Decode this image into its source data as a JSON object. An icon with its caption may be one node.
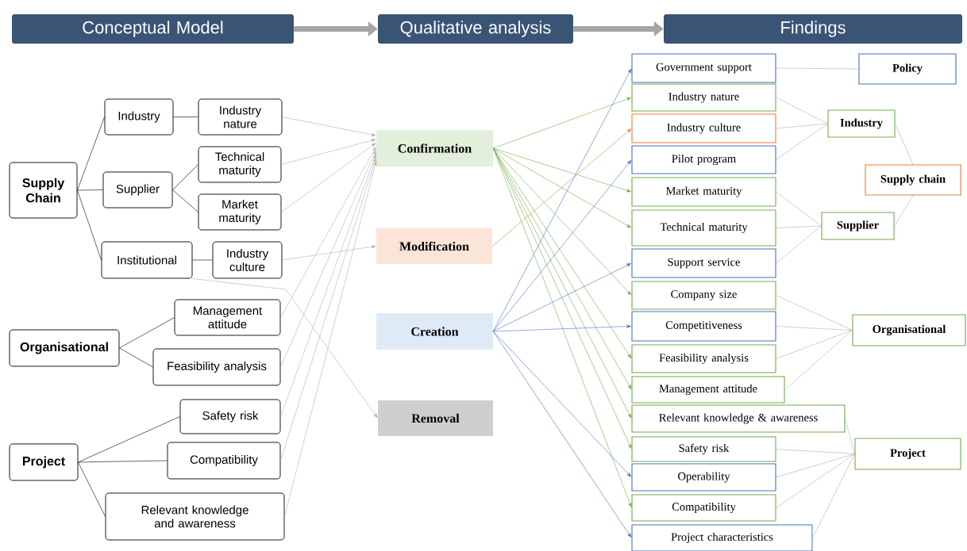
{
  "diagram": {
    "nodes": [
      {
        "text": [
          "Conceptual Model"
        ]
      },
      {
        "text": [
          "Qualitative analysis"
        ]
      },
      {
        "text": [
          "Findings"
        ]
      },
      {
        "text": [
          "Supply Chain"
        ]
      },
      {
        "text": [
          "Industry"
        ]
      },
      {
        "text": [
          "Industry nature"
        ]
      },
      {
        "text": [
          "Supplier"
        ]
      },
      {
        "text": [
          "Technical maturity"
        ]
      },
      {
        "text": [
          "Market maturity"
        ]
      },
      {
        "text": [
          "Institutional"
        ]
      },
      {
        "text": [
          "Industry culture"
        ]
      },
      {
        "text": [
          "Organisational"
        ]
      },
      {
        "text": [
          "Management attitude"
        ]
      },
      {
        "text": [
          "Feasibility analysis"
        ]
      },
      {
        "text": [
          "Project"
        ]
      },
      {
        "text": [
          "Safety risk"
        ]
      },
      {
        "text": [
          "Compatibility"
        ]
      },
      {
        "text": [
          "Relevant knowledge and awareness"
        ]
      },
      {
        "text": [
          "Confirmation"
        ]
      },
      {
        "text": [
          "Modification"
        ]
      },
      {
        "text": [
          "Creation"
        ]
      },
      {
        "text": [
          "Removal"
        ]
      },
      {
        "text": [
          "Government support"
        ]
      },
      {
        "text": [
          "Industry nature"
        ]
      },
      {
        "text": [
          "Industry culture"
        ]
      },
      {
        "text": [
          "Pilot program"
        ]
      },
      {
        "text": [
          "Market maturity"
        ]
      },
      {
        "text": [
          "Technical maturity"
        ]
      },
      {
        "text": [
          "Support service"
        ]
      },
      {
        "text": [
          "Company size"
        ]
      },
      {
        "text": [
          "Competitiveness"
        ]
      },
      {
        "text": [
          "Feasibility analysis"
        ]
      },
      {
        "text": [
          "Management attitude"
        ]
      },
      {
        "text": [
          "Relevant knowledge & awareness"
        ]
      },
      {
        "text": [
          "Safety risk"
        ]
      },
      {
        "text": [
          "Operability"
        ]
      },
      {
        "text": [
          "Compatibility"
        ]
      },
      {
        "text": [
          "Project characteristics"
        ]
      },
      {
        "text": [
          "Policy"
        ]
      },
      {
        "text": [
          "Industry"
        ]
      },
      {
        "text": [
          "Supply chain"
        ]
      },
      {
        "text": [
          "Supplier"
        ]
      },
      {
        "text": [
          "Organisational"
        ]
      },
      {
        "text": [
          "Project"
        ]
      }
    ],
    "edges": [
      {
        "from": 0,
        "to": 1,
        "arrow": "to",
        "style": "thick",
        "color": "#a6a6a6"
      },
      {
        "from": 1,
        "to": 2,
        "arrow": "to",
        "style": "thick",
        "color": "#a6a6a6"
      },
      {
        "from": 3,
        "to": 4,
        "arrow": "none",
        "color": "#000000"
      },
      {
        "from": 4,
        "to": 5,
        "arrow": "none",
        "color": "#000000"
      },
      {
        "from": 3,
        "to": 6,
        "arrow": "none",
        "color": "#000000"
      },
      {
        "from": 6,
        "to": 7,
        "arrow": "none",
        "color": "#000000"
      },
      {
        "from": 6,
        "to": 8,
        "arrow": "none",
        "color": "#000000"
      },
      {
        "from": 3,
        "to": 9,
        "arrow": "none",
        "color": "#000000"
      },
      {
        "from": 9,
        "to": 10,
        "arrow": "none",
        "color": "#000000"
      },
      {
        "from": 11,
        "to": 12,
        "arrow": "none",
        "color": "#000000"
      },
      {
        "from": 11,
        "to": 13,
        "arrow": "none",
        "color": "#000000"
      },
      {
        "from": 14,
        "to": 15,
        "arrow": "none",
        "color": "#000000"
      },
      {
        "from": 14,
        "to": 16,
        "arrow": "none",
        "color": "#000000"
      },
      {
        "from": 14,
        "to": 17,
        "arrow": "none",
        "color": "#000000"
      },
      {
        "from": 5,
        "to": 18,
        "arrow": "to"
      },
      {
        "from": 7,
        "to": 18,
        "arrow": "to"
      },
      {
        "from": 8,
        "to": 18,
        "arrow": "to"
      },
      {
        "from": 12,
        "to": 18,
        "arrow": "to"
      },
      {
        "from": 13,
        "to": 18,
        "arrow": "to"
      },
      {
        "from": 15,
        "to": 18,
        "arrow": "to"
      },
      {
        "from": 16,
        "to": 18,
        "arrow": "to"
      },
      {
        "from": 17,
        "to": 18,
        "arrow": "to"
      },
      {
        "from": 10,
        "to": 19,
        "arrow": "to"
      },
      {
        "from": 9,
        "to": 21,
        "arrow": "to"
      },
      {
        "from": 18,
        "to": 23,
        "arrow": "to",
        "color": "#70ad47"
      },
      {
        "from": 18,
        "to": 26,
        "arrow": "to",
        "color": "#70ad47"
      },
      {
        "from": 18,
        "to": 27,
        "arrow": "to",
        "color": "#70ad47"
      },
      {
        "from": 18,
        "to": 29,
        "arrow": "to",
        "color": "#70ad47"
      },
      {
        "from": 18,
        "to": 31,
        "arrow": "to",
        "color": "#70ad47"
      },
      {
        "from": 18,
        "to": 32,
        "arrow": "to",
        "color": "#70ad47"
      },
      {
        "from": 18,
        "to": 33,
        "arrow": "to",
        "color": "#70ad47"
      },
      {
        "from": 18,
        "to": 34,
        "arrow": "to",
        "color": "#70ad47"
      },
      {
        "from": 18,
        "to": 36,
        "arrow": "to",
        "color": "#70ad47"
      },
      {
        "from": 19,
        "to": 24,
        "arrow": "to",
        "color": "#ed7d31"
      },
      {
        "from": 20,
        "to": 22,
        "arrow": "to",
        "color": "#4472c4"
      },
      {
        "from": 20,
        "to": 25,
        "arrow": "to",
        "color": "#4472c4"
      },
      {
        "from": 20,
        "to": 28,
        "arrow": "to",
        "color": "#4472c4"
      },
      {
        "from": 20,
        "to": 30,
        "arrow": "to",
        "color": "#4472c4"
      },
      {
        "from": 20,
        "to": 35,
        "arrow": "to",
        "color": "#4472c4"
      },
      {
        "from": 20,
        "to": 37,
        "arrow": "to",
        "color": "#4472c4"
      },
      {
        "from": 22,
        "to": 38,
        "arrow": "none"
      },
      {
        "from": 23,
        "to": 39,
        "arrow": "none"
      },
      {
        "from": 24,
        "to": 39,
        "arrow": "none"
      },
      {
        "from": 25,
        "to": 39,
        "arrow": "none"
      },
      {
        "from": 26,
        "to": 41,
        "arrow": "none"
      },
      {
        "from": 27,
        "to": 41,
        "arrow": "none"
      },
      {
        "from": 28,
        "to": 41,
        "arrow": "none"
      },
      {
        "from": 39,
        "to": 40,
        "arrow": "none"
      },
      {
        "from": 41,
        "to": 40,
        "arrow": "none"
      },
      {
        "from": 29,
        "to": 42,
        "arrow": "none"
      },
      {
        "from": 30,
        "to": 42,
        "arrow": "none"
      },
      {
        "from": 31,
        "to": 42,
        "arrow": "none"
      },
      {
        "from": 32,
        "to": 42,
        "arrow": "none"
      },
      {
        "from": 33,
        "to": 43,
        "arrow": "none"
      },
      {
        "from": 34,
        "to": 43,
        "arrow": "none"
      },
      {
        "from": 35,
        "to": 43,
        "arrow": "none"
      },
      {
        "from": 36,
        "to": 43,
        "arrow": "none"
      },
      {
        "from": 37,
        "to": 43,
        "arrow": "none"
      }
    ]
  }
}
